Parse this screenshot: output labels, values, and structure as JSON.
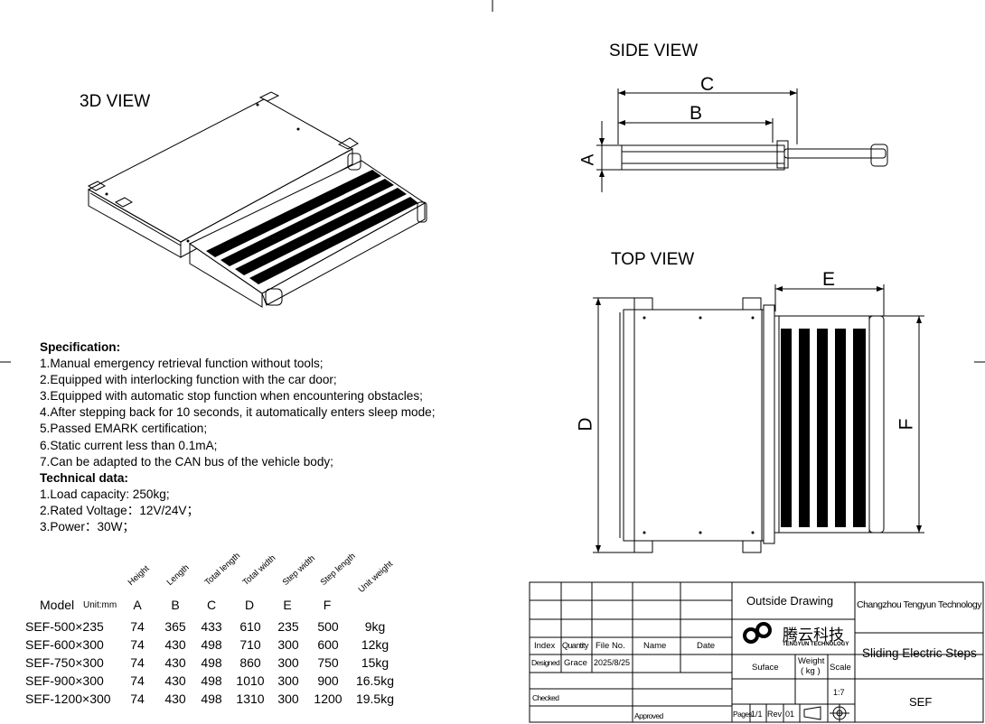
{
  "views": {
    "view_3d": "3D VIEW",
    "side": "SIDE VIEW",
    "top": "TOP VIEW"
  },
  "dims": {
    "a": "A",
    "b": "B",
    "c": "C",
    "d": "D",
    "e": "E",
    "f": "F"
  },
  "spec": {
    "heading": "Specification:",
    "items": [
      "1.Manual emergency retrieval function without tools;",
      "2.Equipped with interlocking function with the car door;",
      "3.Equipped with automatic stop function when encountering obstacles;",
      "4.After stepping back for 10 seconds, it automatically enters sleep mode;",
      "5.Passed EMARK certification;",
      "6.Static current less than 0.1mA;",
      "7.Can be adapted to the CAN bus of the vehicle body;"
    ],
    "tech_heading": "Technical data:",
    "tech_items": [
      "1.Load capacity: 250kg;",
      "2.Rated Voltage：12V/24V；",
      "3.Power：30W；"
    ]
  },
  "model_table": {
    "model_label": "Model",
    "unit_label": "Unit:mm",
    "column_descriptions": [
      "Height",
      "Length",
      "Total length",
      "Total width",
      "Step width",
      "Step length",
      "Unit weight"
    ],
    "column_letters": [
      "A",
      "B",
      "C",
      "D",
      "E",
      "F"
    ],
    "rows": [
      [
        "SEF-500×235",
        "74",
        "365",
        "433",
        "610",
        "235",
        "500",
        "9kg"
      ],
      [
        "SEF-600×300",
        "74",
        "430",
        "498",
        "710",
        "300",
        "600",
        "12kg"
      ],
      [
        "SEF-750×300",
        "74",
        "430",
        "498",
        "860",
        "300",
        "750",
        "15kg"
      ],
      [
        "SEF-900×300",
        "74",
        "430",
        "498",
        "1010",
        "300",
        "900",
        "16.5kg"
      ],
      [
        "SEF-1200×300",
        "74",
        "430",
        "498",
        "1310",
        "300",
        "1200",
        "19.5kg"
      ]
    ]
  },
  "title_block": {
    "outside_drawing": "Outside Drawing",
    "company": "Changzhou Tengyun Technology Co., Ltd",
    "logo_cn": "腾云科技",
    "logo_en": "TENGYUN  TECHNOLOGY",
    "product": "Sliding Electric Steps",
    "code": "SEF",
    "index": "Index",
    "quantity": "Quantity",
    "file_no": "File No.",
    "name": "Name",
    "date": "Date",
    "designed": "Designed",
    "designer": "Grace",
    "design_date": "2025/8/25",
    "surface": "Suface",
    "weight": "Weight",
    "weight_unit": "( kg )",
    "scale": "Scale",
    "scale_value": "1:7",
    "checked": "Checked",
    "approved": "Approved",
    "pages": "Pages",
    "pages_value": "1/1",
    "rev": "Rev",
    "rev_value": "01"
  }
}
